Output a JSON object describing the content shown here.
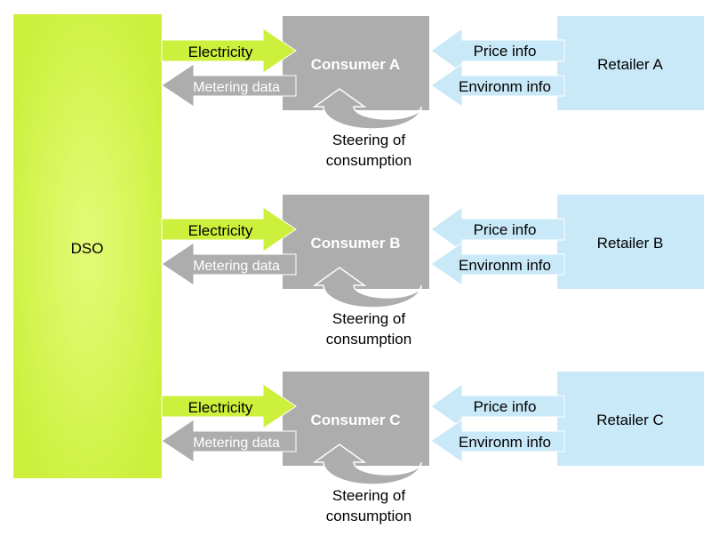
{
  "colors": {
    "dso_fill": "#ccf03c",
    "dso_glow": "#e4fb78",
    "consumer_fill": "#adadad",
    "retailer_fill": "#c9e8f8",
    "electricity_arrow": "#ccf03c",
    "metering_arrow": "#adadad",
    "info_arrow": "#c9e8f8",
    "consumer_text": "#ffffff",
    "text": "#000000"
  },
  "dso": {
    "label": "DSO"
  },
  "rows": [
    {
      "consumer_label": "Consumer A",
      "retailer_label": "Retailer A",
      "electricity_label": "Electricity",
      "metering_label": "Metering data",
      "price_label": "Price info",
      "environ_label": "Environm info",
      "steering_line1": "Steering of",
      "steering_line2": "consumption"
    },
    {
      "consumer_label": "Consumer B",
      "retailer_label": "Retailer B",
      "electricity_label": "Electricity",
      "metering_label": "Metering data",
      "price_label": "Price info",
      "environ_label": "Environm info",
      "steering_line1": "Steering of",
      "steering_line2": "consumption"
    },
    {
      "consumer_label": "Consumer C",
      "retailer_label": "Retailer C",
      "electricity_label": "Electricity",
      "metering_label": "Metering data",
      "price_label": "Price info",
      "environ_label": "Environm info",
      "steering_line1": "Steering of",
      "steering_line2": "consumption"
    }
  ]
}
